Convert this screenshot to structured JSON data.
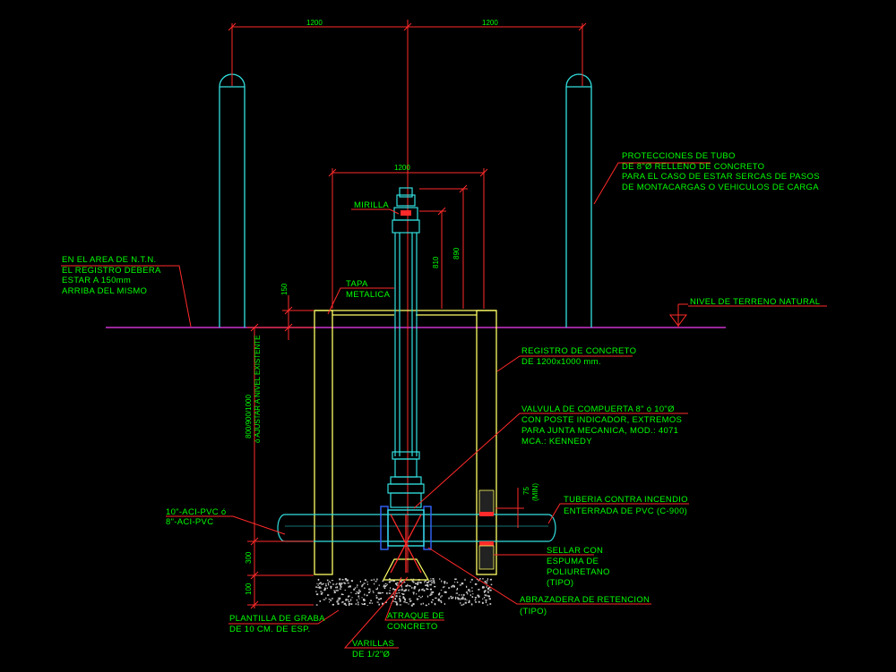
{
  "colors": {
    "background": "#000000",
    "label_text": "#00ff00",
    "leader": "#ff2a2a",
    "dimension": "#ff2a2a",
    "structure": "#ffff66",
    "pipe": "#33e0e0",
    "ground": "#cc33cc",
    "flange": "#3366ff"
  },
  "labels": {
    "protecciones": [
      "PROTECCIONES DE TUBO",
      "DE 8\"Ø RELLENO DE CONCRETO",
      "PARA EL CASO DE ESTAR SERCAS DE PASOS",
      "DE MONTACARGAS O VEHICULOS DE CARGA"
    ],
    "area_ntn": [
      "EN EL AREA DE N.T.N.",
      "EL REGISTRO DEBERA",
      "ESTAR A 150mm",
      "ARRIBA DEL MISMO"
    ],
    "mirilla": "MIRILLA",
    "tapa": [
      "TAPA",
      "METALICA"
    ],
    "nivel_terreno": "NIVEL DE TERRENO NATURAL",
    "registro": [
      "REGISTRO DE CONCRETO",
      "DE 1200x1000 mm."
    ],
    "valvula": [
      "VALVULA DE COMPUERTA 8\" ó 10\"Ø",
      "CON POSTE INDICADOR, EXTREMOS",
      "PARA JUNTA MECANICA, MOD.: 4071",
      "MCA.: KENNEDY"
    ],
    "pvc_left": [
      "10\"-ACI-PVC ó",
      "8\"-ACI-PVC"
    ],
    "tuberia": [
      "TUBERIA CONTRA INCENDIO",
      "ENTERRADA DE PVC (C-900)"
    ],
    "sellar": [
      "SELLAR CON",
      "ESPUMA DE",
      "POLIURETANO",
      "(TIPO)"
    ],
    "abrazadera": [
      "ABRAZADERA DE RETENCION",
      "(TIPO)"
    ],
    "plantilla": [
      "PLANTILLA DE GRABA",
      "DE 10 CM. DE ESP."
    ],
    "atraque": [
      "ATRAQUE DE",
      "CONCRETO"
    ],
    "varillas": [
      "VARILLAS",
      "DE 1/2\"Ø"
    ]
  },
  "dimensions": {
    "top_left": "1200",
    "top_right": "1200",
    "registro_width": "1200",
    "dim_150": "150",
    "dim_810": "810",
    "dim_890": "890",
    "dim_vertical": "800/900/1000",
    "dim_vertical_note": "ó AJUSTAR A NIVEL EXISTENTE",
    "dim_300": "300",
    "dim_100": "100",
    "dim_pipe": "75",
    "dim_pipe2": "(MIN)"
  }
}
